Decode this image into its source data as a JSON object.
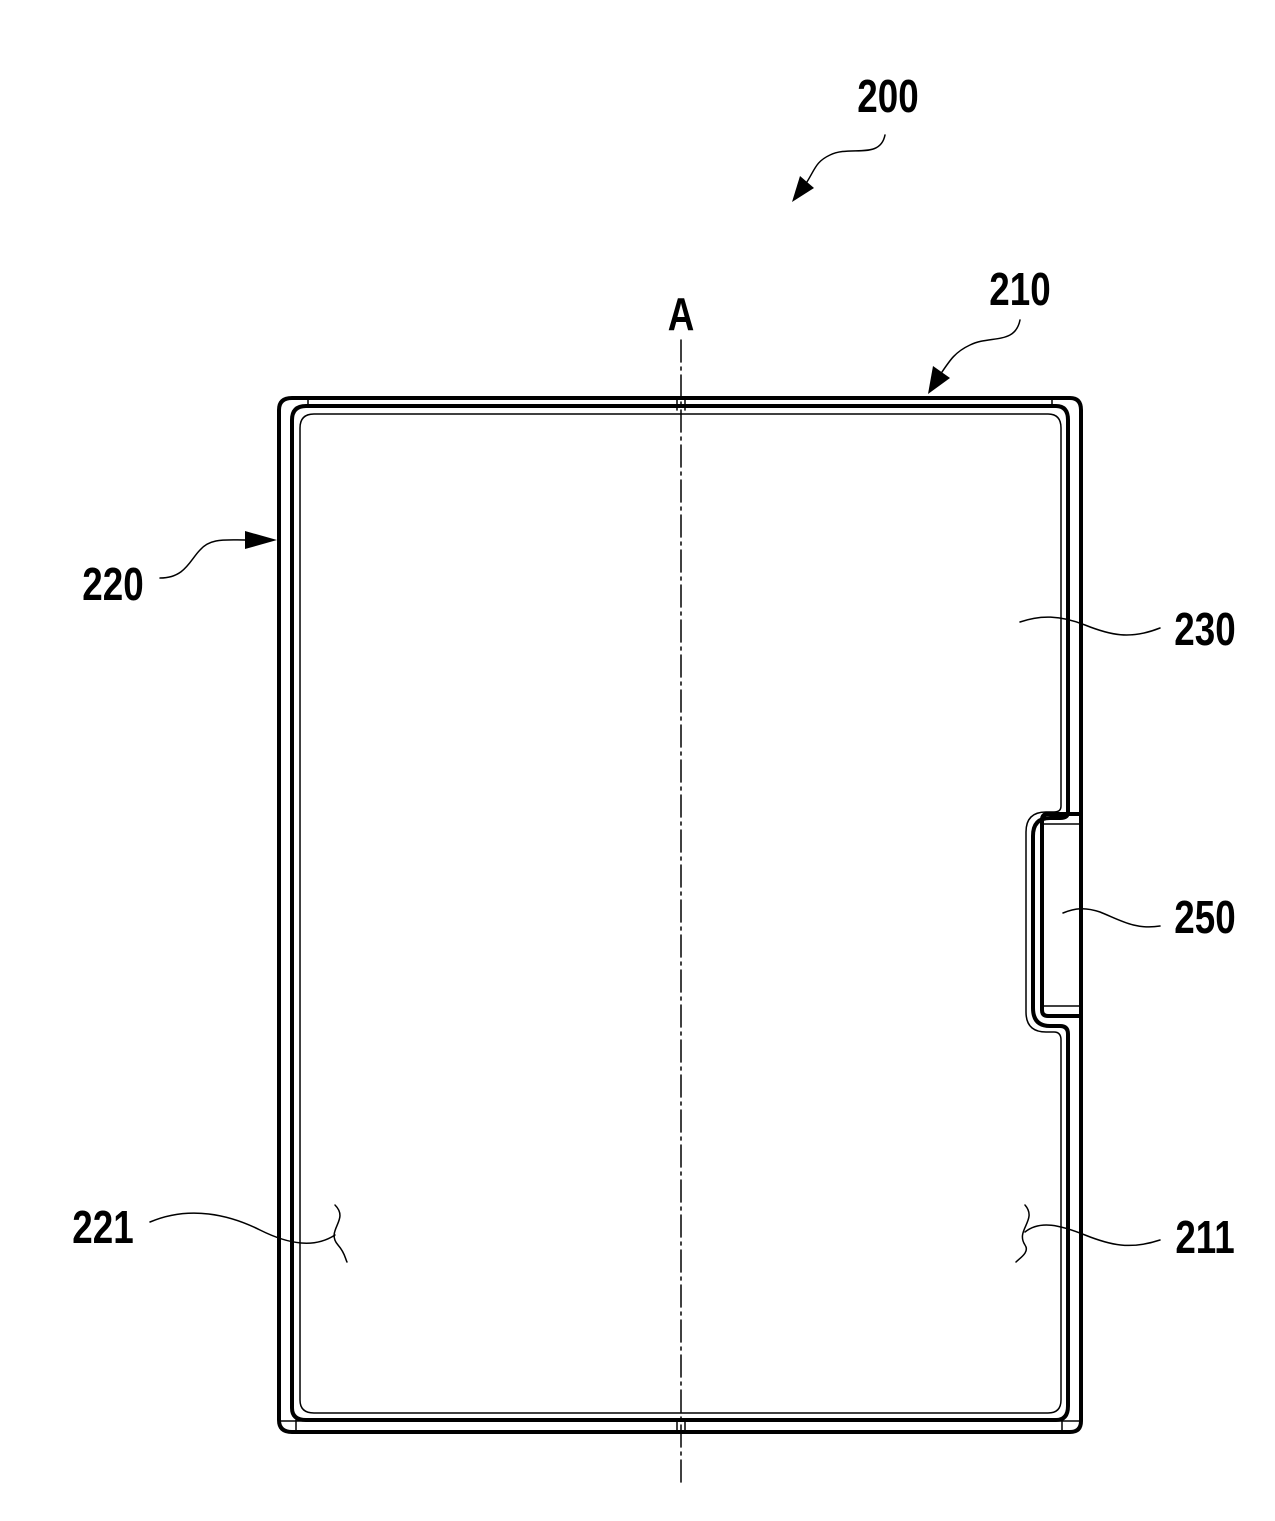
{
  "figure": {
    "labels": {
      "device": "200",
      "first_housing": "210",
      "axis": "A",
      "second_housing": "220",
      "display": "230",
      "module": "250",
      "second_surface": "221",
      "first_surface": "211"
    }
  }
}
